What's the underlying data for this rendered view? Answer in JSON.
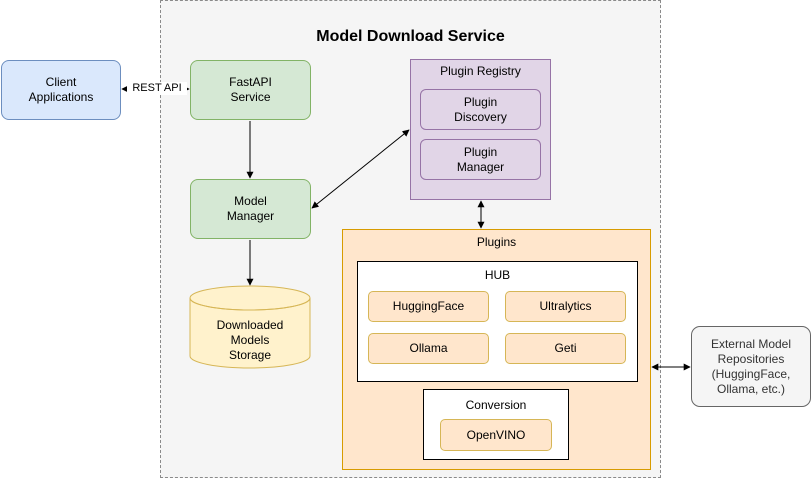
{
  "title": "Model Download Service",
  "nodes": {
    "client": "Client\nApplications",
    "fastapi": "FastAPI\nService",
    "model_manager": "Model\nManager",
    "storage": "Downloaded\nModels\nStorage",
    "plugin_registry": "Plugin Registry",
    "plugin_discovery": "Plugin\nDiscovery",
    "plugin_manager": "Plugin\nManager",
    "plugins": "Plugins",
    "hub": "HUB",
    "huggingface": "HuggingFace",
    "ultralytics": "Ultralytics",
    "ollama": "Ollama",
    "geti": "Geti",
    "conversion": "Conversion",
    "openvino": "OpenVINO",
    "external": "External Model\nRepositories\n(HuggingFace,\nOllama, etc.)"
  },
  "edge_labels": {
    "client_fastapi": "REST API"
  },
  "colors": {
    "blue_fill": "#dae8fc",
    "green_fill": "#d5e8d4",
    "purple_fill": "#e1d5e7",
    "orange_fill": "#ffe6cc",
    "storage_fill": "#fff2cc",
    "grey_fill": "#f5f5f5"
  }
}
